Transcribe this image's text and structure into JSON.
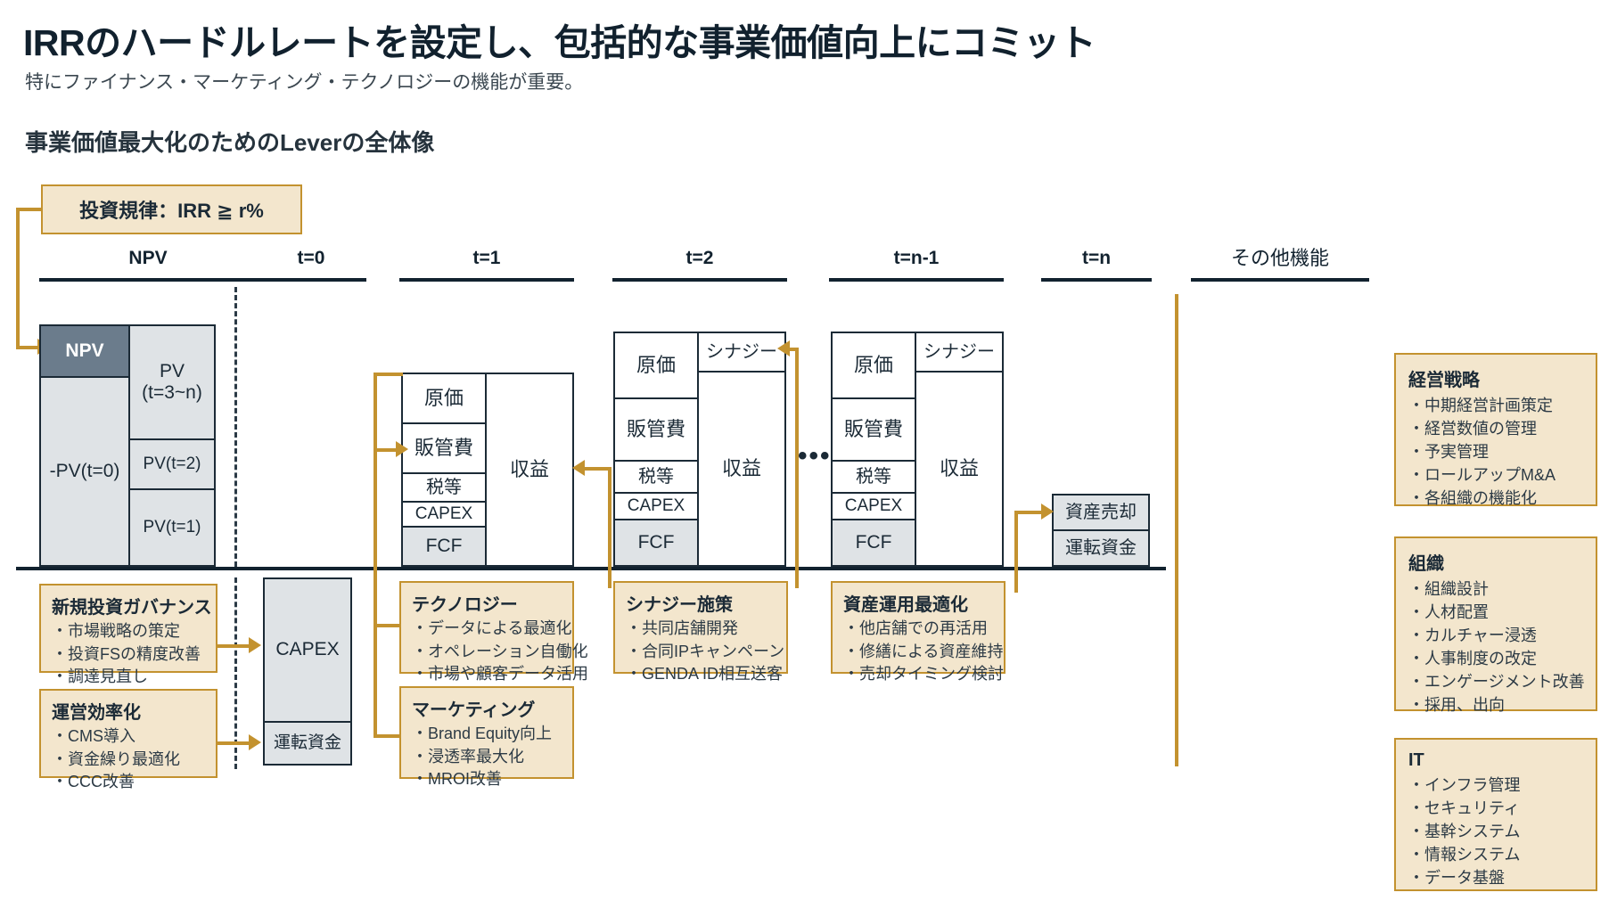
{
  "header": {
    "title": "IRRのハードルレートを設定し、包括的な事業価値向上にコミット",
    "subtitle": "特にファイナンス・マーケティング・テクノロジーの機能が重要。",
    "section_heading": "事業価値最大化のためのLeverの全体像"
  },
  "investment_rule": {
    "label": "投資規律：IRR ≧ r%"
  },
  "columns": {
    "npv": "NPV",
    "t0": "t=0",
    "t1": "t=1",
    "t2": "t=2",
    "tn1": "t=n-1",
    "tn": "t=n",
    "other": "その他機能"
  },
  "npv_stack": {
    "npv": "NPV",
    "neg_pv_t0": "-PV(t=0)",
    "pv_t3n": "PV\n(t=3~n)",
    "pv_t3n_line1": "PV",
    "pv_t3n_line2": "(t=3~n)",
    "pv_t2": "PV(t=2)",
    "pv_t1": "PV(t=1)"
  },
  "t0_stack": {
    "capex": "CAPEX",
    "working_capital": "運転資金"
  },
  "t1_stack": {
    "cost": "原価",
    "sga": "販管費",
    "tax": "税等",
    "capex": "CAPEX",
    "fcf": "FCF",
    "revenue": "収益"
  },
  "t2_stack": {
    "cost": "原価",
    "sga": "販管費",
    "tax": "税等",
    "capex": "CAPEX",
    "fcf": "FCF",
    "revenue": "収益",
    "synergy": "シナジー"
  },
  "tn1_stack": {
    "cost": "原価",
    "sga": "販管費",
    "tax": "税等",
    "capex": "CAPEX",
    "fcf": "FCF",
    "revenue": "収益",
    "synergy": "シナジー"
  },
  "tn_stack": {
    "asset_sale": "資産売却",
    "working_capital": "運転資金"
  },
  "ellipsis": "•••",
  "callouts": [
    {
      "id": "new-investment-governance",
      "title": "新規投資ガバナンス",
      "items": [
        "市場戦略の策定",
        "投資FSの精度改善",
        "調達見直し"
      ]
    },
    {
      "id": "operational-efficiency",
      "title": "運営効率化",
      "items": [
        "CMS導入",
        "資金繰り最適化",
        "CCC改善"
      ]
    },
    {
      "id": "technology",
      "title": "テクノロジー",
      "items": [
        "データによる最適化",
        "オペレーション自働化",
        "市場や顧客データ活用"
      ]
    },
    {
      "id": "marketing",
      "title": "マーケティング",
      "items": [
        "Brand Equity向上",
        "浸透率最大化",
        "MROI改善"
      ]
    },
    {
      "id": "synergy-measures",
      "title": "シナジー施策",
      "items": [
        "共同店舗開発",
        "合同IPキャンペーン",
        "GENDA ID相互送客"
      ]
    },
    {
      "id": "asset-optimization",
      "title": "資産運用最適化",
      "items": [
        "他店舗での再活用",
        "修繕による資産維持",
        "売却タイミング検討"
      ]
    }
  ],
  "side_boxes": [
    {
      "id": "management-strategy",
      "title": "経営戦略",
      "items": [
        "中期経営計画策定",
        "経営数値の管理",
        "予実管理",
        "ロールアップM&A",
        "各組織の機能化"
      ]
    },
    {
      "id": "organization",
      "title": "組織",
      "items": [
        "組織設計",
        "人材配置",
        "カルチャー浸透",
        "人事制度の改定",
        "エンゲージメント改善",
        "採用、出向"
      ]
    },
    {
      "id": "it",
      "title": "IT",
      "items": [
        "インフラ管理",
        "セキュリティ",
        "基幹システム",
        "情報システム",
        "データ基盤"
      ]
    }
  ],
  "colors": {
    "accent_gold": "#c3922f",
    "tan_fill": "#f3e6cd",
    "dark_navy": "#1b2a36",
    "npv_fill": "#6b7c8c",
    "gray_fill": "#dfe3e6"
  }
}
